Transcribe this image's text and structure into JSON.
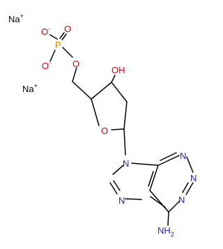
{
  "molecule": {
    "atoms": {
      "na1": "Na",
      "na1_charge": "+",
      "na2": "Na",
      "na2_charge": "+",
      "o_minus_top": "O",
      "o_minus_top_charge": "-",
      "o_minus_bottom": "O",
      "o_minus_bottom_charge": "-",
      "o_double": "O",
      "phosphorus": "P",
      "o_ester": "O",
      "hydroxyl": "OH",
      "o_ring": "O",
      "n9": "N",
      "n1": "N",
      "n3": "N",
      "n7": "N",
      "nh2": "NH",
      "nh2_sub": "2"
    },
    "colors": {
      "bond": "#000000",
      "carbon_text": "#000000",
      "oxygen": "#e00000",
      "nitrogen": "#2020e0",
      "phosphorus": "#e08000",
      "sodium": "#000000"
    }
  }
}
